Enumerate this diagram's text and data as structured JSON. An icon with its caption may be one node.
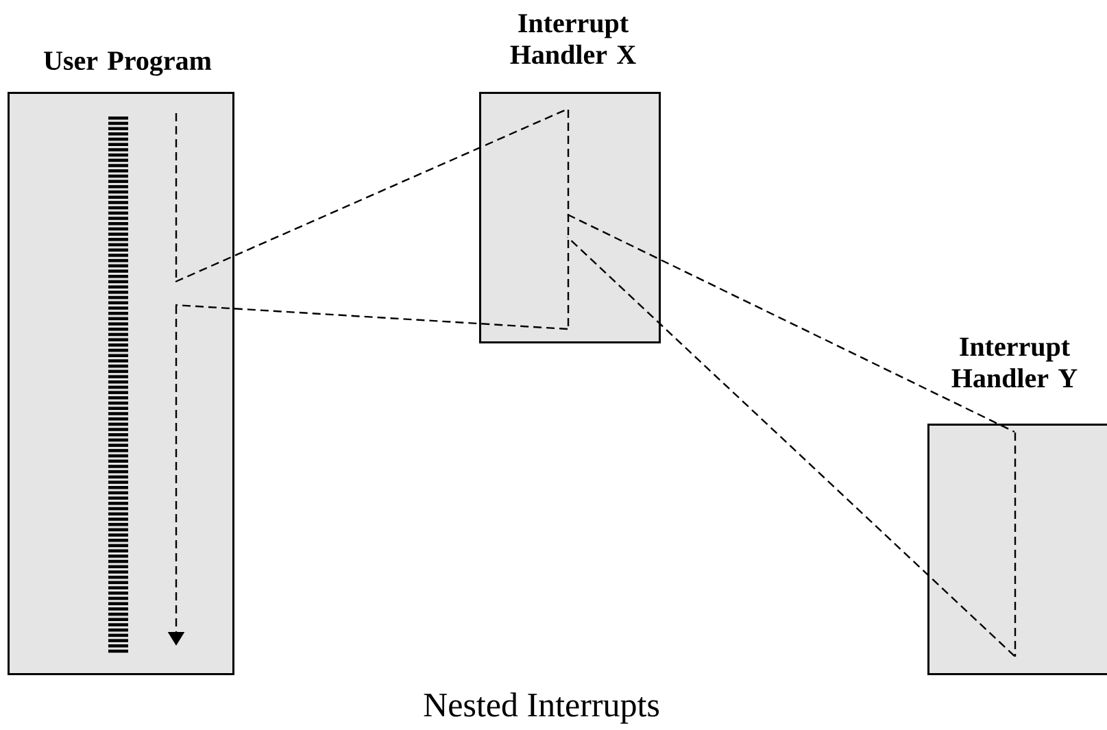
{
  "diagram": {
    "caption": "Nested Interrupts",
    "nodes": [
      {
        "text": [
          "User Program"
        ]
      },
      {
        "text": [
          "Interrupt Handler X"
        ]
      },
      {
        "text": [
          "Interrupt Handler Y"
        ]
      }
    ],
    "edges": [
      {
        "from": 0,
        "to": 1,
        "arrow": "none",
        "style": "dashed"
      },
      {
        "from": 1,
        "to": 2,
        "arrow": "none",
        "style": "dashed"
      },
      {
        "from": 2,
        "to": 1,
        "arrow": "none",
        "style": "dashed"
      },
      {
        "from": 1,
        "to": 0,
        "arrow": "none",
        "style": "dashed"
      }
    ]
  }
}
